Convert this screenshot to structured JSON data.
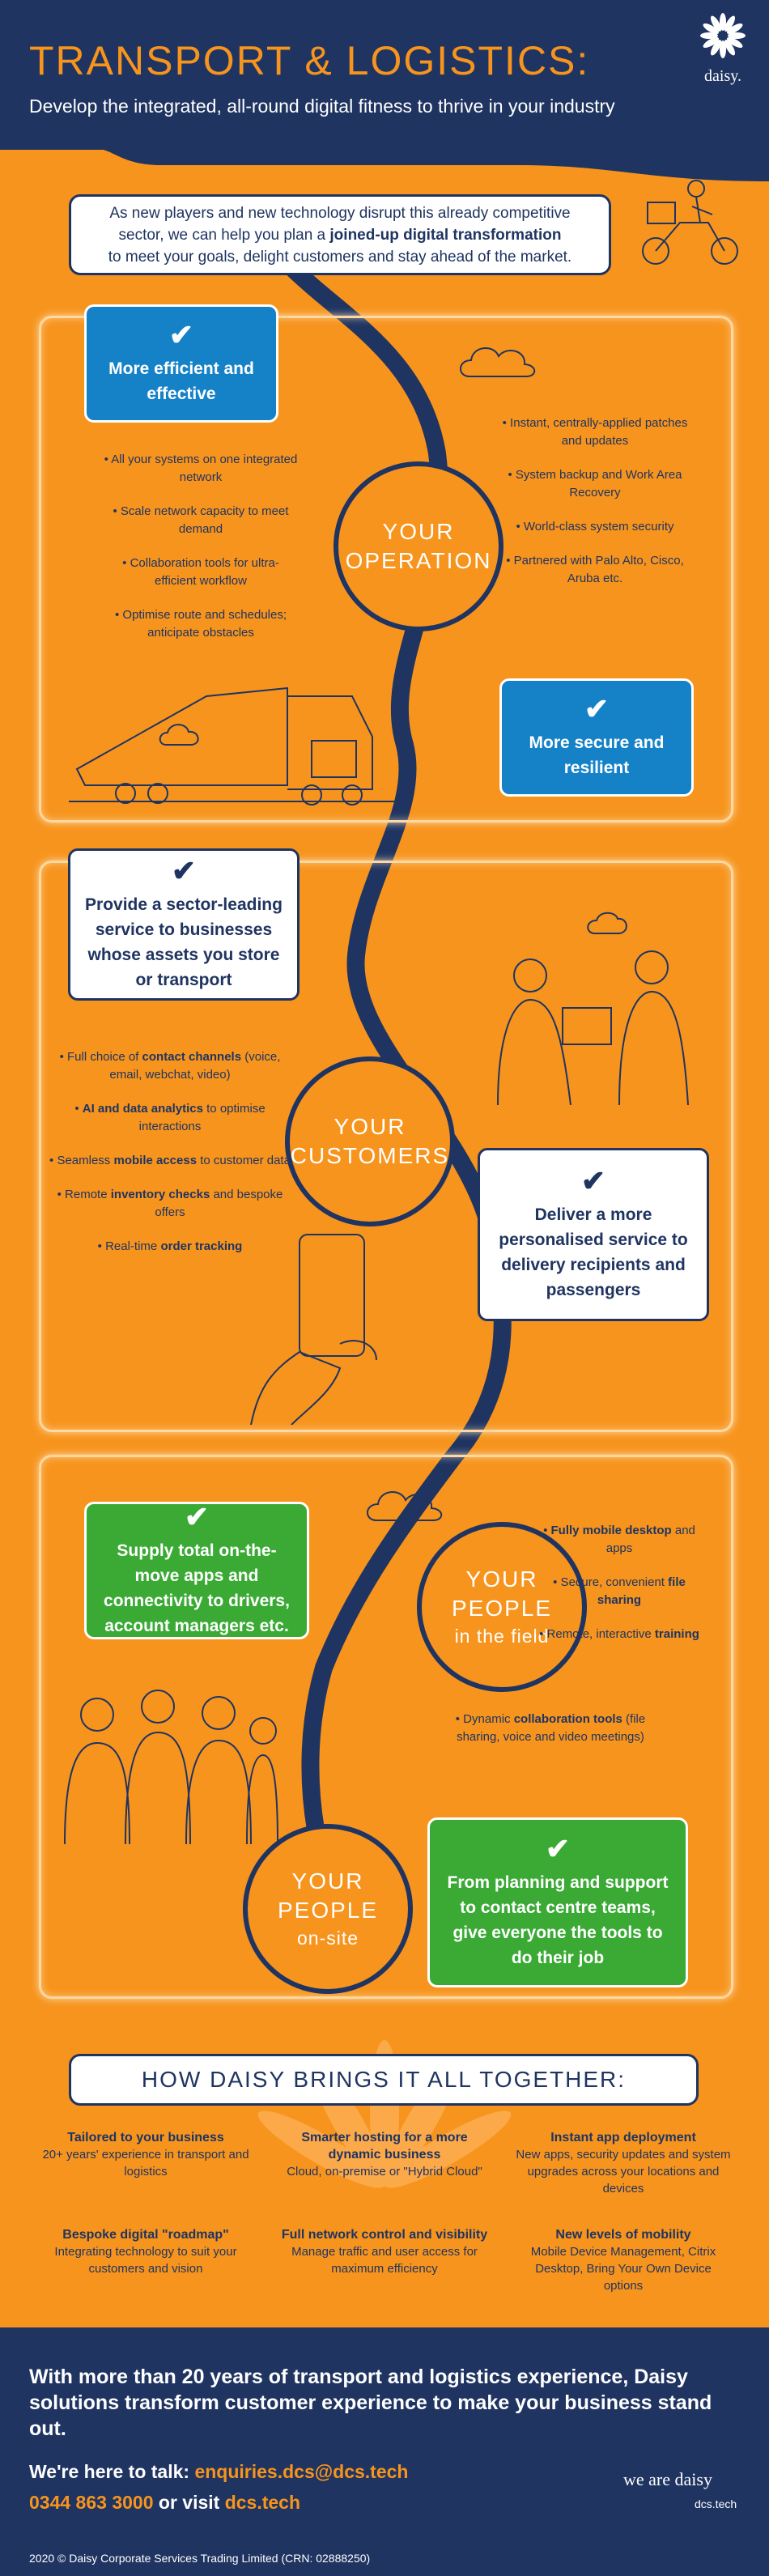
{
  "header": {
    "title": "TRANSPORT & LOGISTICS:",
    "subtitle": "Develop the integrated, all-round digital fitness to thrive in your industry",
    "logo_text": "daisy."
  },
  "intro": {
    "line1": "As new players and new technology disrupt this already competitive",
    "line2": "sector, we can help you plan a",
    "bold": "joined-up digital transformation",
    "line3": "to meet your goals, delight customers and stay ahead of the market."
  },
  "operation": {
    "circle_line1": "YOUR",
    "circle_line2": "OPERATION",
    "card_left": "More efficient and effective",
    "card_right": "More secure and resilient",
    "left_bullets": [
      "• All your systems on one integrated network",
      "• Scale network capacity to meet demand",
      "• Collaboration tools for ultra-efficient workflow",
      "• Optimise route and schedules; anticipate obstacles"
    ],
    "right_bullets": [
      "• Instant, centrally-applied patches and updates",
      "• System backup and Work Area Recovery",
      "• World-class system security",
      "• Partnered with Palo Alto, Cisco, Aruba etc."
    ]
  },
  "customers": {
    "circle_line1": "YOUR",
    "circle_line2": "CUSTOMERS",
    "card_left": "Provide a sector-leading service to businesses whose assets you store or transport",
    "card_right": "Deliver a more personalised service to delivery recipients and passengers",
    "bullets": [
      {
        "pre": "• Full choice of ",
        "bold": "contact channels",
        "post": " (voice, email, webchat,  video)"
      },
      {
        "pre": "• ",
        "bold": "AI and data analytics",
        "post": " to optimise interactions"
      },
      {
        "pre": "• Seamless ",
        "bold": "mobile access",
        "post": " to customer data"
      },
      {
        "pre": "• Remote ",
        "bold": "inventory checks",
        "post": " and bespoke offers"
      },
      {
        "pre": "• Real-time ",
        "bold": "order tracking",
        "post": ""
      }
    ]
  },
  "people_field": {
    "circle_line1": "YOUR",
    "circle_line2": "PEOPLE",
    "circle_line3": "in the field",
    "card": "Supply total on-the-move apps and connectivity to drivers, account managers etc.",
    "bullets": [
      {
        "pre": "• ",
        "bold": "Fully mobile desktop",
        "post": " and apps"
      },
      {
        "pre": "• Secure, convenient ",
        "bold": "file sharing",
        "post": ""
      },
      {
        "pre": "• Remote, interactive ",
        "bold": "training",
        "post": ""
      },
      {
        "pre": "• Dynamic ",
        "bold": "collaboration tools",
        "post": " (file sharing, voice and video meetings)"
      }
    ]
  },
  "people_onsite": {
    "circle_line1": "YOUR",
    "circle_line2": "PEOPLE",
    "circle_line3": "on-site",
    "card": "From planning and support to contact centre teams, give everyone the tools to do their job"
  },
  "together": {
    "title": "HOW DAISY BRINGS IT ALL TOGETHER:",
    "features": [
      {
        "h": "Tailored to your business",
        "t": "20+ years' experience in transport and logistics"
      },
      {
        "h": "Smarter hosting for a more dynamic business",
        "t": "Cloud, on-premise or \"Hybrid Cloud\""
      },
      {
        "h": "Instant app deployment",
        "t": "New apps, security updates and system upgrades across your locations and devices"
      },
      {
        "h": "Bespoke digital \"roadmap\"",
        "t": "Integrating technology to suit your customers and vision"
      },
      {
        "h": "Full network control and visibility",
        "t": "Manage traffic and user access for maximum efficiency"
      },
      {
        "h": "New levels of mobility",
        "t": "Mobile Device Management, Citrix Desktop, Bring Your Own Device options"
      }
    ]
  },
  "footer": {
    "statement": "With more than 20 years of transport and logistics experience, Daisy solutions transform customer experience to make your business stand out.",
    "talk_prefix": "We're here to talk: ",
    "email": "enquiries.dcs@dcs.tech",
    "phone": "0344 863 3000",
    "or_visit": " or visit ",
    "site": "dcs.tech",
    "we_are": "we are daisy",
    "site_small": "dcs.tech",
    "copyright": "2020 © Daisy Corporate Services Trading Limited (CRN: 02888250)"
  },
  "colors": {
    "navy": "#1f3461",
    "orange": "#f7941d",
    "blue": "#1582c8",
    "green": "#3aaa35"
  },
  "icons": [
    "daisy-flower-icon",
    "check-icon",
    "cloud-icon",
    "truck-icon",
    "delivery-scooter-icon",
    "phone-hand-icon",
    "team-people-icon"
  ]
}
